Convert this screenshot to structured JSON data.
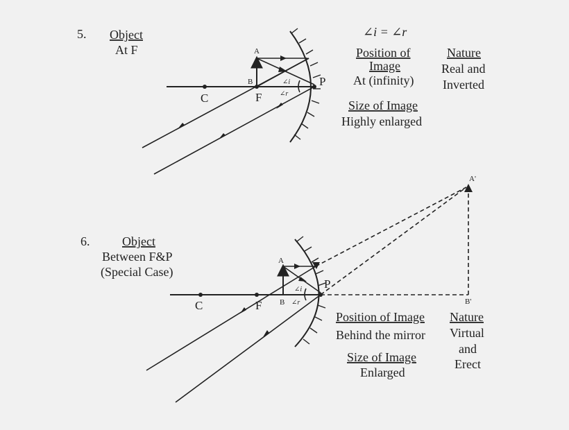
{
  "case5": {
    "number": "5.",
    "object_title": "Object",
    "object_position": "At F",
    "formula": "∠i = ∠r",
    "position_title_line1": "Position of",
    "position_title_line2": "Image",
    "position_value": "At (infinity)",
    "nature_title": "Nature",
    "nature_line1": "Real and",
    "nature_line2": "Inverted",
    "size_title": "Size of Image",
    "size_value": "Highly enlarged",
    "labels": {
      "A": "A",
      "B": "B",
      "C": "C",
      "F": "F",
      "P": "P",
      "angle_i": "∠i",
      "angle_r": "∠r"
    }
  },
  "case6": {
    "number": "6.",
    "object_title": "Object",
    "object_position": "Between F&P",
    "special_case": "(Special Case)",
    "position_title": "Position of Image",
    "position_value": "Behind the mirror",
    "size_title": "Size of Image",
    "size_value": "Enlarged",
    "nature_title": "Nature",
    "nature_line1": "Virtual",
    "nature_line2": "and",
    "nature_line3": "Erect",
    "labels": {
      "A": "A",
      "B": "B",
      "C": "C",
      "F": "F",
      "P": "P",
      "A_prime": "A'",
      "B_prime": "B'",
      "angle_i": "∠i",
      "angle_r": "∠r"
    }
  }
}
